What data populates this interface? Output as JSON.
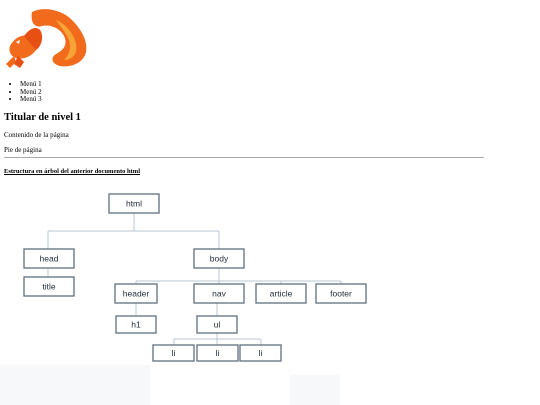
{
  "menu": {
    "items": [
      "Menú 1",
      "Menú 2",
      "Menú 3"
    ]
  },
  "heading": "Titular de nivel 1",
  "content": "Contenido de la página",
  "footer": "Pie de página",
  "caption": "Estructura en árbol del anterior documento html",
  "tree": {
    "root": "html",
    "head": "head",
    "title": "title",
    "body": "body",
    "header": "header",
    "nav": "nav",
    "article": "article",
    "footer": "footer",
    "h1": "h1",
    "ul": "ul",
    "li": [
      "li",
      "li",
      "li"
    ]
  },
  "colors": {
    "fox_orange": "#f26a1b",
    "fox_yellow": "#f7a437",
    "node_border": "#5f6f80",
    "connector": "#b7c6d4"
  }
}
